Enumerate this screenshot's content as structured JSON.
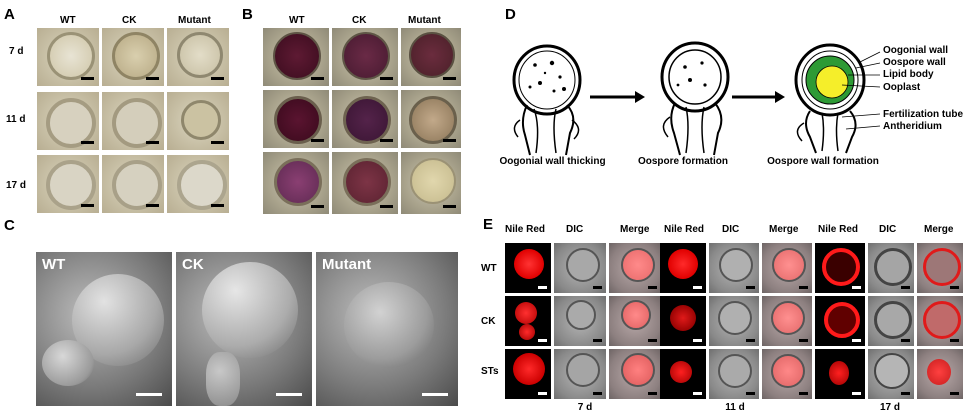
{
  "panels": {
    "a": "A",
    "b": "B",
    "c": "C",
    "d": "D",
    "e": "E"
  },
  "panel_a": {
    "columns": [
      "WT",
      "CK",
      "Mutant"
    ],
    "rows": [
      "7 d",
      "11 d",
      "17 d"
    ]
  },
  "panel_b": {
    "columns": [
      "WT",
      "CK",
      "Mutant"
    ]
  },
  "panel_c": {
    "labels": [
      "WT",
      "CK",
      "Mutant"
    ]
  },
  "panel_d": {
    "stages": [
      "Oogonial wall thicking",
      "Oospore formation",
      "Oospore wall formation"
    ],
    "annotations": [
      "Oogonial wall",
      "Oospore wall",
      "Lipid body",
      "Ooplast",
      "Fertilization tube",
      "Antheridium"
    ]
  },
  "panel_e": {
    "columns": [
      "Nile Red",
      "DIC",
      "Merge"
    ],
    "rows": [
      "WT",
      "CK",
      "STs"
    ],
    "timepoints": [
      "7 d",
      "11 d",
      "17 d"
    ]
  },
  "colors": {
    "nile_red": "#ff1a1a",
    "ooplast_yellow": "#f5ee2a",
    "oospore_green": "#2e9a35",
    "arrow": "#000000"
  }
}
